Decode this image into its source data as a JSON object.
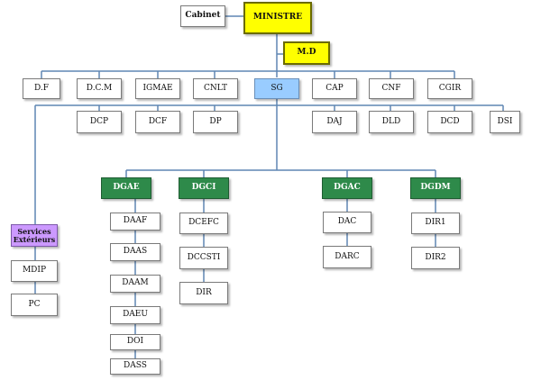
{
  "colors": {
    "connector": "#5f86b3",
    "yellow": "#ffff00",
    "blue": "#99ccff",
    "green": "#2e8a4a",
    "purple": "#cc99ff"
  },
  "top": {
    "cabinet": "Cabinet",
    "ministre": "MINISTRE",
    "md": "M.D"
  },
  "level1": [
    {
      "id": "df",
      "label": "D.F"
    },
    {
      "id": "dcm",
      "label": "D.C.M"
    },
    {
      "id": "igmae",
      "label": "IGMAE"
    },
    {
      "id": "cnlt",
      "label": "CNLT"
    },
    {
      "id": "sg",
      "label": "SG"
    },
    {
      "id": "cap",
      "label": "CAP"
    },
    {
      "id": "cnf",
      "label": "CNF"
    },
    {
      "id": "cgir",
      "label": "CGIR"
    }
  ],
  "level2": [
    {
      "id": "dcp",
      "label": "DCP"
    },
    {
      "id": "dcf",
      "label": "DCF"
    },
    {
      "id": "dp",
      "label": "DP"
    },
    {
      "id": "daj",
      "label": "DAJ"
    },
    {
      "id": "dld",
      "label": "DLD"
    },
    {
      "id": "dcd",
      "label": "DCD"
    },
    {
      "id": "dsi",
      "label": "DSI"
    }
  ],
  "services": {
    "label": "Services Extérieurs",
    "items": [
      "MDIP",
      "PC"
    ]
  },
  "dg": [
    {
      "id": "dgae",
      "label": "DGAE",
      "items": [
        "DAAF",
        "DAAS",
        "DAAM",
        "DAEU",
        "DOI",
        "DASS"
      ]
    },
    {
      "id": "dgci",
      "label": "DGCI",
      "items": [
        "DCEFC",
        "DCCSTI",
        "DIR"
      ]
    },
    {
      "id": "dgac",
      "label": "DGAC",
      "items": [
        "DAC",
        "DARC"
      ]
    },
    {
      "id": "dgdm",
      "label": "DGDM",
      "items": [
        "DIR1",
        "DIR2"
      ]
    }
  ]
}
